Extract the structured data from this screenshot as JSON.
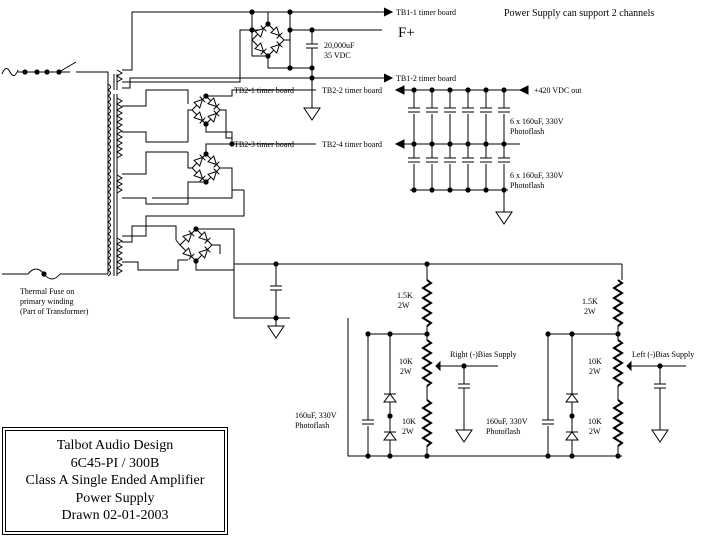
{
  "labels": {
    "note": "Power Supply can support 2 channels",
    "tb1_1": "TB1-1 timer board",
    "f_plus": "F+",
    "cap_20000_value": "20,000uF",
    "cap_20000_voltage": "35 VDC",
    "tb1_2": "TB1-2 timer board",
    "tb2_1": "TB2-1 timer board",
    "tb2_2": "TB2-2 timer board",
    "plus_420": "+420 VDC out",
    "bank1_line1": "6 x 160uF, 330V",
    "bank1_line2": "Photoflash",
    "tb2_3": "TB2-3 timer board",
    "tb2_4": "TB2-4 timer board",
    "bank2_line1": "6 x 160uF, 330V",
    "bank2_line2": "Photoflash",
    "fuse_line1": "Thermal Fuse on",
    "fuse_line2": "primary winding",
    "fuse_line3": "(Part of Transformer)",
    "r_right_top_value": "1.5K",
    "r_right_top_power": "2W",
    "r_right_mid_value": "10K",
    "r_right_mid_power": "2W",
    "r_right_bot_value": "10K",
    "r_right_bot_power": "2W",
    "right_bias": "Right (-)Bias Supply",
    "cap_right_line1": "160uF, 330V",
    "cap_right_line2": "Photoflash",
    "r_left_top_value": "1.5K",
    "r_left_top_power": "2W",
    "r_left_mid_value": "10K",
    "r_left_mid_power": "2W",
    "r_left_bot_value": "10K",
    "r_left_bot_power": "2W",
    "left_bias": "Left (-)Bias Supply",
    "cap_left_line1": "160uF, 330V",
    "cap_left_line2": "Photoflash"
  },
  "title_block": {
    "line1": "Talbot Audio Design",
    "line2": "6C45-PI / 300B",
    "line3": "Class A Single Ended Amplifier",
    "line4": "Power Supply",
    "line5": "Drawn 02-01-2003"
  }
}
